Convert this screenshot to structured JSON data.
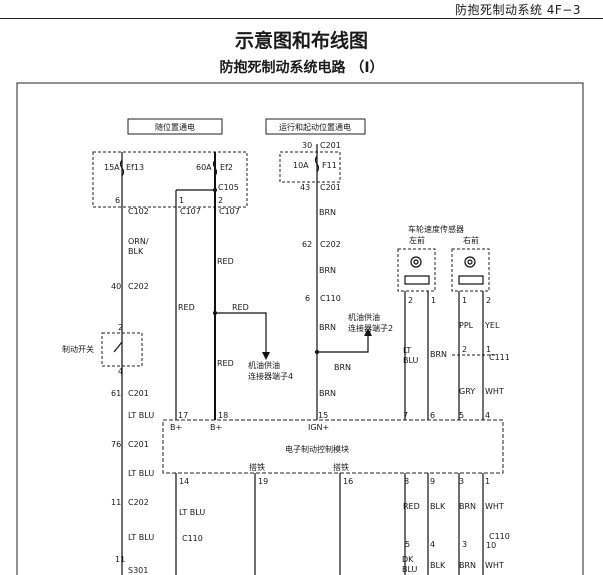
{
  "header": {
    "text": "防抱死制动系统 4F−3"
  },
  "title": "示意图和布线图",
  "subtitle": "防抱死制动系统电路 （Ⅰ）",
  "diagram": {
    "labels": {
      "always_hot": "随位置通电",
      "run_start_hot": "运行和起动位置通电",
      "fuse_ei13": "15A",
      "fuse_ei13_name": "Ef13",
      "fuse_ei2": "60A",
      "fuse_ei2_name": "Ef2",
      "fuse_f11": "10A",
      "fuse_f11_name": "F11",
      "c105": "C105",
      "c102": "C102",
      "c107a": "C107",
      "c107b": "C107",
      "c201_top": "C201",
      "c201_top_pin": "30",
      "c201_mid": "C201",
      "c201_mid_pin": "43",
      "pin6": "6",
      "pin1": "1",
      "pin2": "2",
      "orn_blk_1": "ORN/",
      "orn_blk_2": "BLK",
      "c202_left": "C202",
      "c202_left_pin": "40",
      "brake_switch": "制动开关",
      "bs_pin2": "2",
      "bs_pin4": "4",
      "c201_l1": "C201",
      "c201_l1_pin": "61",
      "lt_blu_1": "LT BLU",
      "c201_l2": "C201",
      "c201_l2_pin": "76",
      "lt_blu_2": "LT BLU",
      "c202_l2": "C202",
      "c202_l2_pin": "11",
      "lt_blu_3": "LT BLU",
      "lt_blu_4": "LT BLU",
      "c110_left": "C110",
      "s301": "S301",
      "s301_pin": "11",
      "red_1": "RED",
      "red_2": "RED",
      "red_3": "RED",
      "red_4": "RED",
      "oil_conn4_1": "机油供油",
      "oil_conn4_2": "连接器端子4",
      "brn_1": "BRN",
      "c202_mid": "C202",
      "c202_mid_pin": "62",
      "brn_2": "BRN",
      "c110_mid": "C110",
      "c110_mid_pin": "6",
      "brn_3": "BRN",
      "oil_conn2_1": "机油供油",
      "oil_conn2_2": "连接器端子2",
      "brn_4": "BRN",
      "brn_5": "BRN",
      "wheel_sensor": "车轮速度传感器",
      "left_front": "左前",
      "right_front": "右前",
      "ws_l2": "2",
      "ws_l1": "1",
      "ws_r1": "1",
      "ws_r2": "2",
      "lt_blu_ws_1": "LT",
      "lt_blu_ws_2": "BLU",
      "brn_ws": "BRN",
      "ppl": "PPL",
      "yel": "YEL",
      "c111": "C111",
      "c111_p2": "2",
      "c111_p1": "1",
      "gry": "GRY",
      "wht_1": "WHT",
      "ebcm": "电子制动控制模块",
      "p17": "17",
      "p18": "18",
      "p15": "15",
      "p7": "7",
      "p6": "6",
      "p5": "5",
      "p4": "4",
      "b_plus_1": "B+",
      "b_plus_2": "B+",
      "ign_plus": "IGN+",
      "p14": "14",
      "p19": "19",
      "p16": "16",
      "p8": "8",
      "p9": "9",
      "p3": "3",
      "p1": "1",
      "ground_1": "搭铁",
      "ground_2": "搭铁",
      "lt_blu_5": "LT BLU",
      "red_5": "RED",
      "blk_1": "BLK",
      "brn_6": "BRN",
      "wht_2": "WHT",
      "c110_right": "C110",
      "c110_r5": "5",
      "c110_r4": "4",
      "c110_r3": "3",
      "c110_r10": "10",
      "dk_blu_1": "DK",
      "dk_blu_2": "BLU",
      "blk_2": "BLK",
      "brn_7": "BRN",
      "wht_3": "WHT"
    }
  }
}
